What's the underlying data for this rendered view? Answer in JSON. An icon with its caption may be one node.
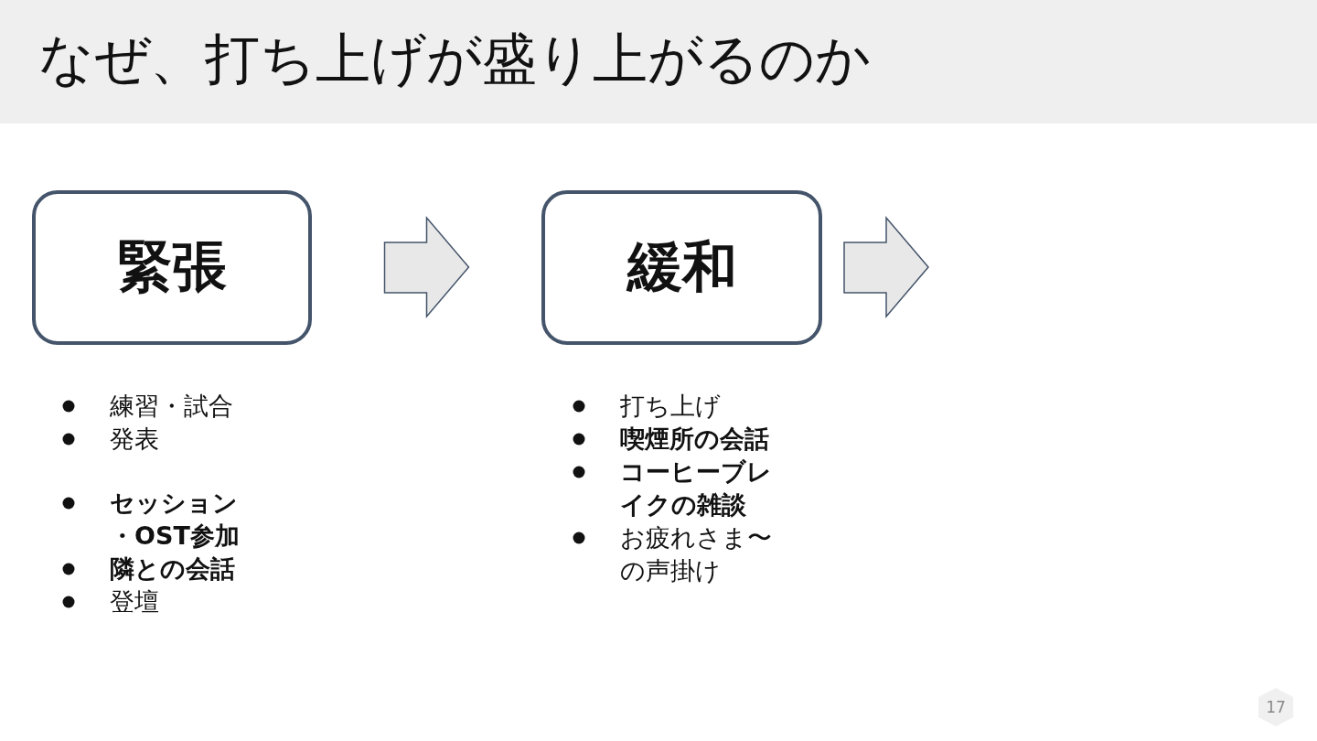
{
  "diagram": {
    "title": "なぜ、打ち上げが盛り上がるのか",
    "nodes": [
      {
        "text": [
          "緊張"
        ],
        "beside": [
          "練習・試合",
          "発表",
          "セッション・OST参加",
          "隣との会話",
          "登壇"
        ]
      },
      {
        "text": [
          "緩和"
        ],
        "beside": [
          "打ち上げ",
          "喫煙所の会話",
          "コーヒーブレイクの雑談",
          "お疲れさま〜の声掛け"
        ]
      }
    ],
    "edges": [
      {
        "from": 0,
        "to": 1,
        "arrow": "to"
      },
      {
        "from": 1,
        "to": null,
        "arrow": "to"
      }
    ],
    "labels": [
      "17"
    ]
  }
}
